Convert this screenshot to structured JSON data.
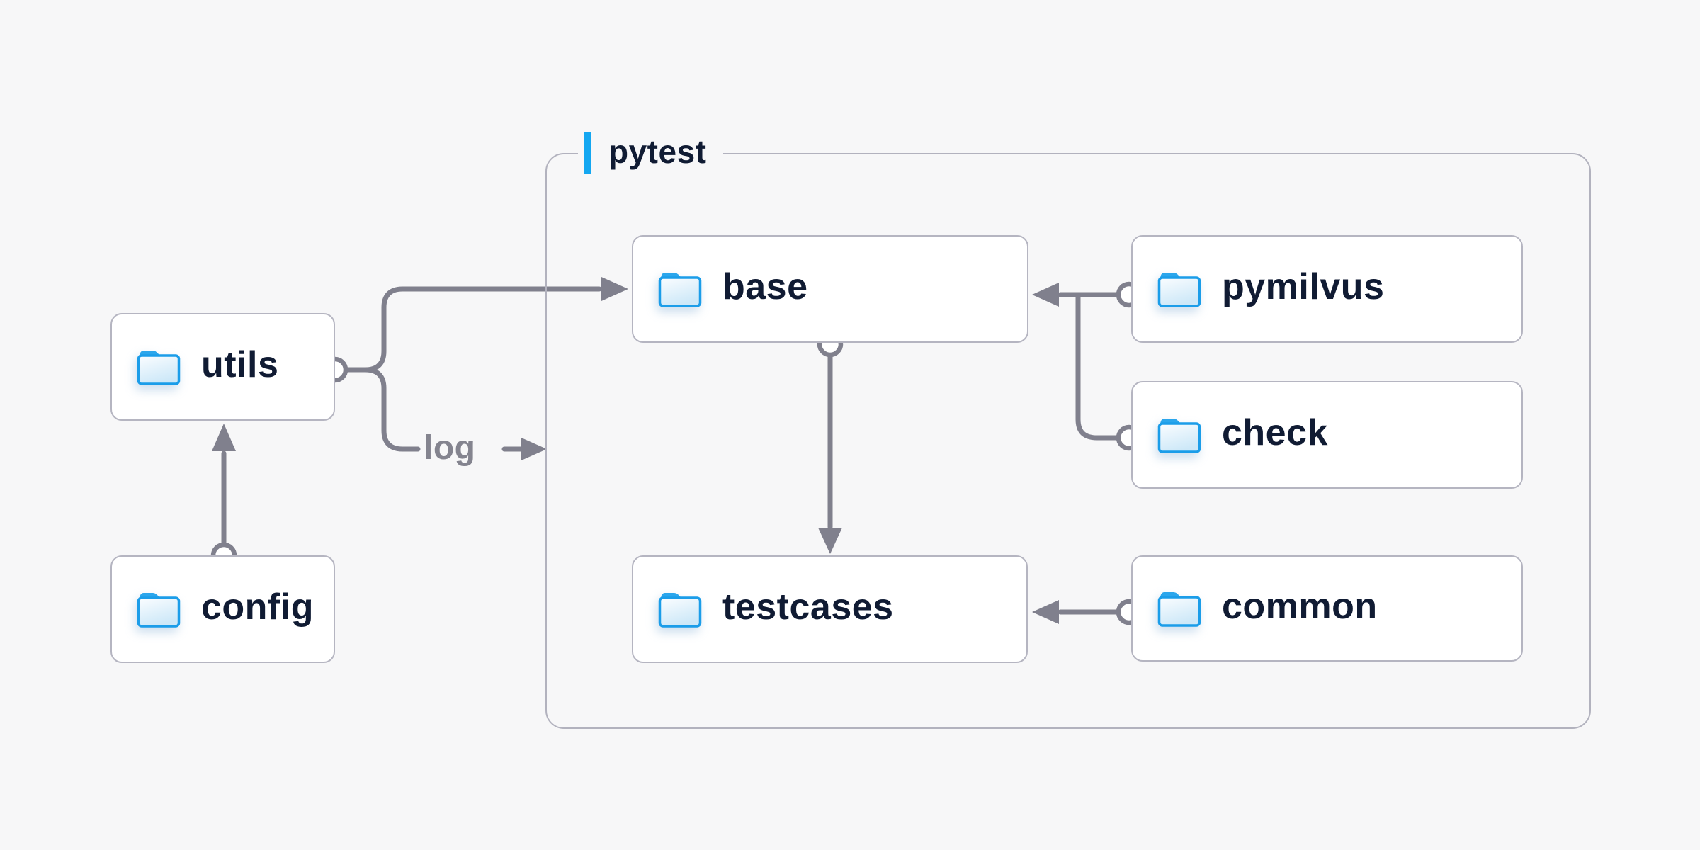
{
  "diagram": {
    "title_group": {
      "label": "pytest",
      "accent_color": "#14a7f1"
    },
    "nodes": [
      {
        "id": "utils",
        "label": "utils"
      },
      {
        "id": "config",
        "label": "config"
      },
      {
        "id": "base",
        "label": "base"
      },
      {
        "id": "pymilvus",
        "label": "pymilvus"
      },
      {
        "id": "check",
        "label": "check"
      },
      {
        "id": "testcases",
        "label": "testcases"
      },
      {
        "id": "common",
        "label": "common"
      }
    ],
    "edge_label": "log",
    "edges": [
      {
        "from": "config",
        "to": "utils"
      },
      {
        "from": "utils",
        "to": "base"
      },
      {
        "from": "utils",
        "to": "log"
      },
      {
        "from": "pymilvus",
        "to": "base"
      },
      {
        "from": "check",
        "to": "base"
      },
      {
        "from": "base",
        "to": "testcases"
      },
      {
        "from": "common",
        "to": "testcases"
      }
    ],
    "colors": {
      "background": "#f7f7f8",
      "line_gray": "#80808d",
      "box_border": "#b5b5c1",
      "text_navy": "#101b33",
      "folder_blue": "#1b9de9",
      "edge_label_gray": "#84848f"
    }
  }
}
